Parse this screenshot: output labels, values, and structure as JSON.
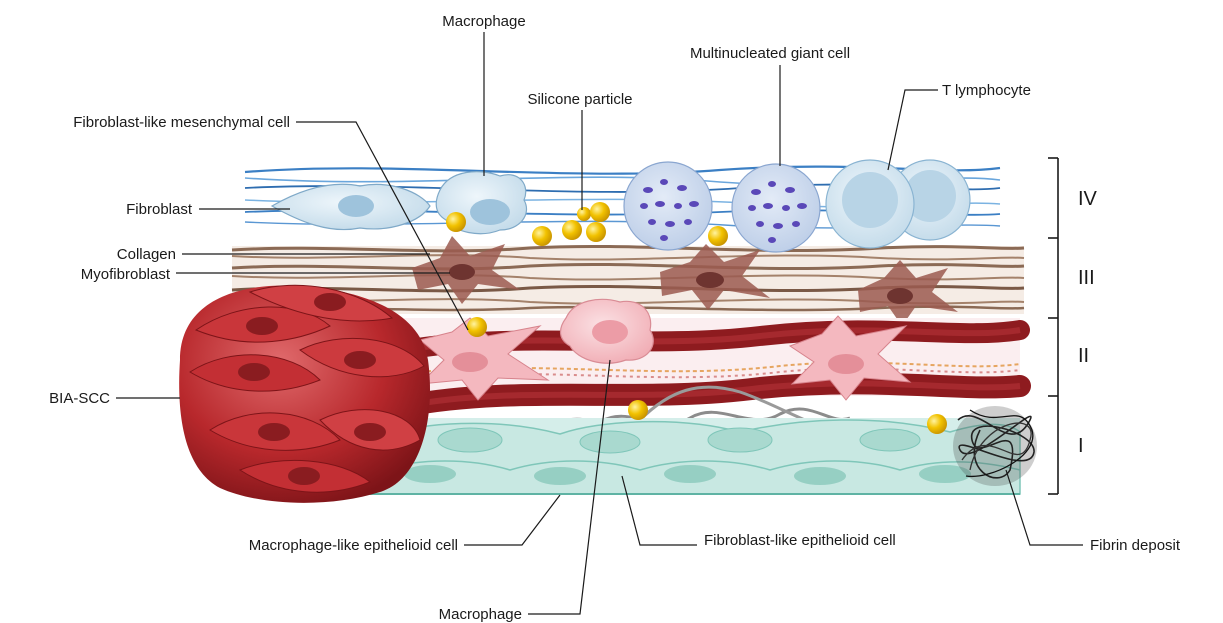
{
  "labels": {
    "macrophage_top": "Macrophage",
    "multinucleated_giant_cell": "Multinucleated giant cell",
    "silicone_particle": "Silicone particle",
    "t_lymphocyte": "T lymphocyte",
    "fibroblast_like_mesenchymal_cell": "Fibroblast-like mesenchymal cell",
    "fibroblast": "Fibroblast",
    "collagen": "Collagen",
    "myofibroblast": "Myofibroblast",
    "bia_scc": "BIA-SCC",
    "macrophage_like_epithelioid_cell": "Macrophage-like epithelioid cell",
    "fibroblast_like_epithelioid_cell": "Fibroblast-like epithelioid cell",
    "fibrin_deposit": "Fibrin deposit",
    "macrophage_bottom": "Macrophage"
  },
  "layers": [
    "IV",
    "III",
    "II",
    "I"
  ],
  "colors": {
    "collagen_brown": "#8b6a55",
    "vessel_red": "#8e1b1f",
    "tumor_red": "#b8282c",
    "epithelioid_teal": "#bfe1dc",
    "fibroblast_blue": "#cfe3ef",
    "silicone_gold": "#f2c200",
    "giant_cell_purple": "#5a48b8",
    "fibrin_black": "#2a2a2a"
  }
}
